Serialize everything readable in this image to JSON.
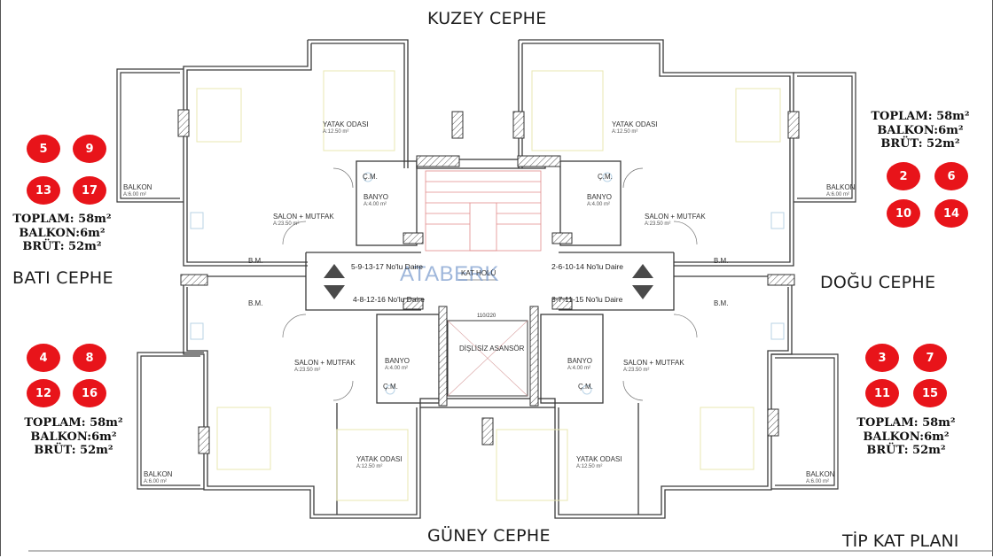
{
  "facades": {
    "north": "KUZEY CEPHE",
    "south": "GÜNEY CEPHE",
    "west": "BATI CEPHE",
    "east": "DOĞU CEPHE"
  },
  "plan_title": "TİP KAT PLANI",
  "watermark": "ATABERK",
  "corridor": {
    "label": "KAT HOLÜ",
    "elevator": "DİŞLİSİZ ASANSÖR",
    "door": "110/220"
  },
  "apartment_labels": {
    "top_left": "5-9-13-17 No'lu Daire",
    "top_right": "2-6-10-14 No'lu Daire",
    "bottom_left": "4-8-12-16 No'lu Daire",
    "bottom_right": "3-7-11-15 No'lu Daire"
  },
  "rooms": {
    "yatak": "YATAK ODASI",
    "yatak_area": "A:12.50 m²",
    "salon": "SALON + MUTFAK",
    "salon_area": "A:23.50 m²",
    "banyo": "BANYO",
    "banyo_area": "A:4.00 m²",
    "balkon": "BALKON",
    "balkon_area": "A:6.00 m²",
    "cm": "Ç.M.",
    "bm": "B.M."
  },
  "groups": {
    "top_left": {
      "numbers": [
        "5",
        "9",
        "13",
        "17"
      ],
      "toplam": "TOPLAM: 58m²",
      "balkon": "BALKON:6m²",
      "brut": "BRÜT: 52m²"
    },
    "top_right": {
      "numbers": [
        "2",
        "6",
        "10",
        "14"
      ],
      "toplam": "TOPLAM: 58m²",
      "balkon": "BALKON:6m²",
      "brut": "BRÜT: 52m²"
    },
    "bottom_left": {
      "numbers": [
        "4",
        "8",
        "12",
        "16"
      ],
      "toplam": "TOPLAM: 58m²",
      "balkon": "BALKON:6m²",
      "brut": "BRÜT: 52m²"
    },
    "bottom_right": {
      "numbers": [
        "3",
        "7",
        "11",
        "15"
      ],
      "toplam": "TOPLAM: 58m²",
      "balkon": "BALKON:6m²",
      "brut": "BRÜT: 52m²"
    }
  },
  "colors": {
    "badge": "#e8141a",
    "wall": "#3a3a3a",
    "furniture": "#e8e7b0",
    "fixture": "#b9d3e6"
  }
}
